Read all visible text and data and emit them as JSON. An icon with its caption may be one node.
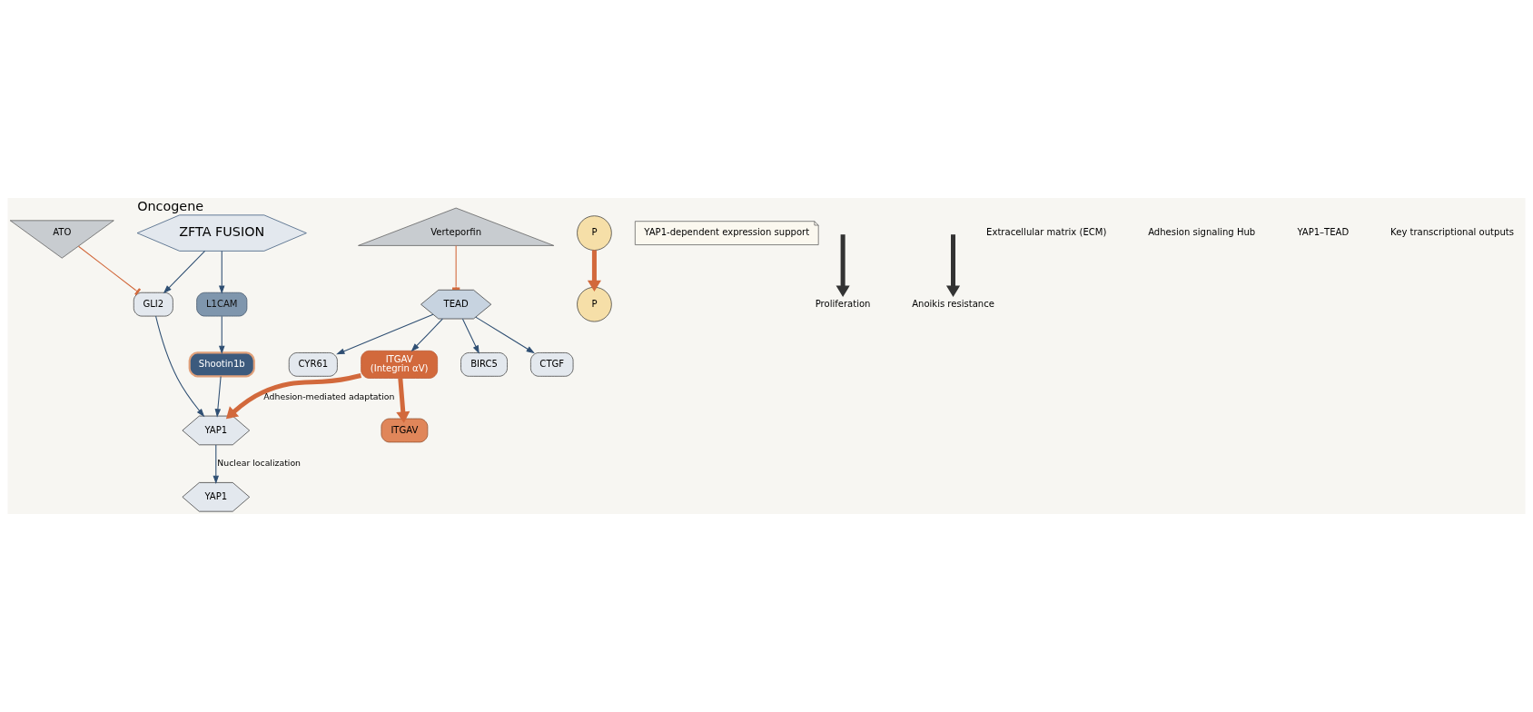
{
  "diagram": {
    "nodes": [
      {
        "text": [
          "ZFTA FUSION"
        ],
        "beside": [
          "Oncogene"
        ]
      },
      {
        "text": [
          "ATO"
        ]
      },
      {
        "text": [
          "GLI2"
        ]
      },
      {
        "text": [
          "L1CAM"
        ]
      },
      {
        "text": [
          "ITGAV"
        ]
      },
      {
        "text": [
          "P"
        ]
      },
      {
        "text": [
          "P"
        ]
      },
      {
        "text": [
          "Shootin1b"
        ]
      },
      {
        "text": [
          "YAP1"
        ]
      },
      {
        "text": [
          "YAP1-dependent expression support"
        ]
      },
      {
        "text": [
          "YAP1"
        ]
      },
      {
        "text": [
          "TEAD"
        ]
      },
      {
        "text": [
          "Verteporfin"
        ]
      },
      {
        "text": [
          "BIRC5"
        ]
      },
      {
        "text": [
          "CTGF"
        ]
      },
      {
        "text": [
          "CYR61"
        ]
      },
      {
        "text": [
          "ITGAV",
          "(Integrin αV)"
        ]
      },
      {
        "text": [
          "Proliferation"
        ]
      },
      {
        "text": [
          "Anoikis resistance"
        ]
      }
    ],
    "edges": [
      {
        "from": 0,
        "to": 3,
        "arrow": "to"
      },
      {
        "from": 0,
        "to": 2,
        "arrow": "to"
      },
      {
        "from": 1,
        "to": 2,
        "arrow": "other",
        "color": "#d2693c"
      },
      {
        "from": 3,
        "to": 7,
        "arrow": "to"
      },
      {
        "from": 7,
        "to": 8,
        "arrow": "to"
      },
      {
        "from": 2,
        "to": 8,
        "arrow": "to"
      },
      {
        "from": 6,
        "to": 5,
        "arrow": "to",
        "color": "#d2693c",
        "style": "thick"
      },
      {
        "from": 8,
        "to": 10,
        "arrow": "to",
        "label": "Nuclear localization"
      },
      {
        "from": 12,
        "to": 11,
        "arrow": "other",
        "color": "#d2693c"
      },
      {
        "from": 11,
        "to": 13,
        "arrow": "to"
      },
      {
        "from": 11,
        "to": 14,
        "arrow": "to"
      },
      {
        "from": 11,
        "to": 15,
        "arrow": "to"
      },
      {
        "from": 11,
        "to": 16,
        "arrow": "to"
      },
      {
        "from": 16,
        "to": 8,
        "arrow": "to",
        "label": "Adhesion-mediated adaptation",
        "color": "#d2693c",
        "style": "thick"
      },
      {
        "from": 16,
        "to": 4,
        "arrow": "to",
        "color": "#d2693c",
        "style": "thick"
      },
      {
        "from": null,
        "to": 17,
        "arrow": "to",
        "color": "#333333",
        "style": "thick"
      },
      {
        "from": null,
        "to": 18,
        "arrow": "to",
        "color": "#333333",
        "style": "thick"
      }
    ],
    "labels": [
      "Extracellular matrix (ECM)",
      "Adhesion signaling Hub",
      "YAP1–TEAD",
      "Key transcriptional outputs"
    ]
  }
}
